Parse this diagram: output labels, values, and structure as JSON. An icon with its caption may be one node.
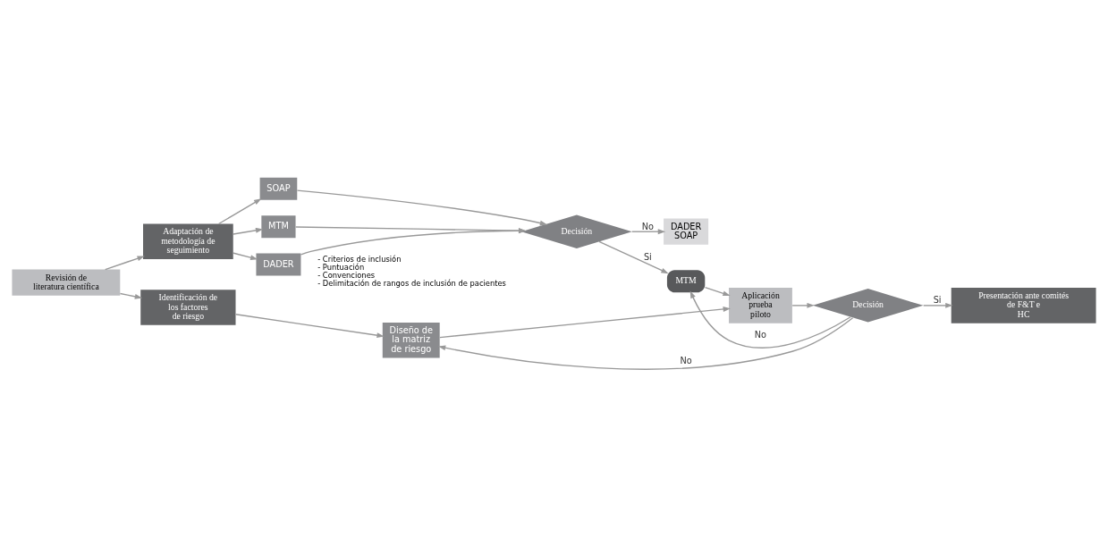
{
  "diagram": {
    "nodes": [
      {
        "text": [
          "Revisión de literatura científica"
        ]
      },
      {
        "text": [
          "Adaptación de metodología de seguimiento"
        ]
      },
      {
        "text": [
          "SOAP"
        ]
      },
      {
        "text": [
          "MTM"
        ]
      },
      {
        "text": [
          "DADER"
        ]
      },
      {
        "text": [
          "Decisión"
        ]
      },
      {
        "text": [
          "DADER SOAP"
        ]
      },
      {
        "text": [
          "MTM"
        ]
      },
      {
        "text": [
          "Identificación de los factores de riesgo"
        ]
      },
      {
        "text": [
          "Diseño de la matriz de riesgo"
        ],
        "beside": [
          "- Criterios de inclusión",
          "- Puntuación",
          "- Convenciones",
          "- Delimitación de rangos de inclusión de pacientes"
        ]
      },
      {
        "text": [
          "Aplicación prueba piloto"
        ]
      },
      {
        "text": [
          "Decisión"
        ]
      },
      {
        "text": [
          "Presentación ante comités de F&T e HC"
        ]
      }
    ],
    "edges": [
      {
        "from": 0,
        "to": 1,
        "arrow": "to"
      },
      {
        "from": 0,
        "to": 8,
        "arrow": "to"
      },
      {
        "from": 1,
        "to": 2,
        "arrow": "to"
      },
      {
        "from": 1,
        "to": 3,
        "arrow": "to"
      },
      {
        "from": 1,
        "to": 4,
        "arrow": "to"
      },
      {
        "from": 2,
        "to": 5,
        "arrow": "to"
      },
      {
        "from": 3,
        "to": 5,
        "arrow": "to"
      },
      {
        "from": 4,
        "to": 5,
        "arrow": "to"
      },
      {
        "from": 5,
        "to": 6,
        "arrow": "to",
        "label": "No"
      },
      {
        "from": 5,
        "to": 7,
        "arrow": "to",
        "label": "Si"
      },
      {
        "from": 7,
        "to": 10,
        "arrow": "to"
      },
      {
        "from": 8,
        "to": 9,
        "arrow": "to"
      },
      {
        "from": 9,
        "to": 10,
        "arrow": "to"
      },
      {
        "from": 10,
        "to": 11,
        "arrow": "to"
      },
      {
        "from": 11,
        "to": 12,
        "arrow": "to",
        "label": "Si"
      },
      {
        "from": 11,
        "to": 7,
        "arrow": "to",
        "label": "No"
      },
      {
        "from": 11,
        "to": 9,
        "arrow": "to",
        "label": "No"
      }
    ]
  }
}
